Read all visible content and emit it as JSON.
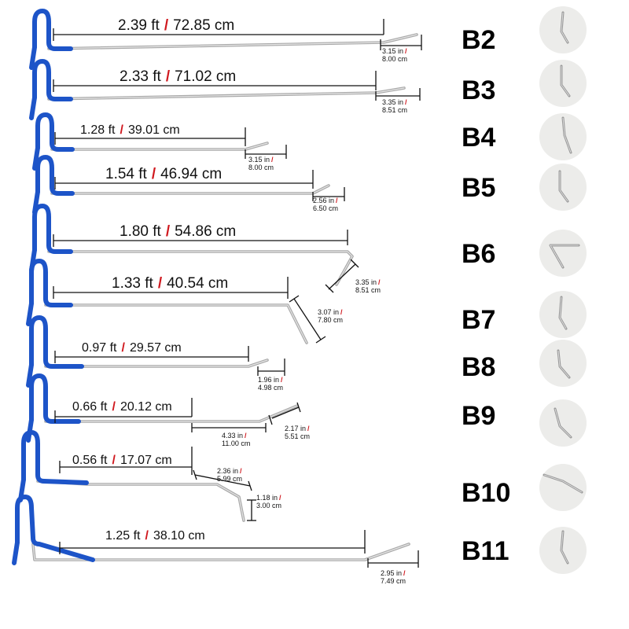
{
  "tools": [
    {
      "code": "B2",
      "length_ft": "2.39  ft",
      "length_cm": "72.85 cm",
      "tip_in": "3.15 in",
      "tip_cm": "8.00 cm"
    },
    {
      "code": "B3",
      "length_ft": "2.33  ft",
      "length_cm": "71.02 cm",
      "tip_in": "3.35 in",
      "tip_cm": "8.51 cm"
    },
    {
      "code": "B4",
      "length_ft": "1.28  ft",
      "length_cm": "39.01 cm",
      "tip_in": "3.15 in",
      "tip_cm": "8.00 cm"
    },
    {
      "code": "B5",
      "length_ft": "1.54  ft",
      "length_cm": "46.94 cm",
      "tip_in": "2.56 in",
      "tip_cm": "6.50 cm"
    },
    {
      "code": "B6",
      "length_ft": "1.80  ft",
      "length_cm": "54.86 cm",
      "tip_in": "3.35 in",
      "tip_cm": "8.51 cm"
    },
    {
      "code": "B7",
      "length_ft": "1.33  ft",
      "length_cm": "40.54 cm",
      "tip_in": "3.07 in",
      "tip_cm": "7.80 cm"
    },
    {
      "code": "B8",
      "length_ft": "0.97  ft",
      "length_cm": "29.57 cm",
      "tip_in": "1.96 in",
      "tip_cm": "4.98 cm"
    },
    {
      "code": "B9",
      "length_ft": "0.66  ft",
      "length_cm": "20.12 cm",
      "tip_in": "2.17 in",
      "tip_cm": "5.51 cm",
      "mid_in": "4.33 in",
      "mid_cm": "11.00 cm"
    },
    {
      "code": "B10",
      "length_ft": "0.56  ft",
      "length_cm": "17.07 cm",
      "tip_in": "1.18 in",
      "tip_cm": "3.00 cm",
      "mid_in": "2.36 in",
      "mid_cm": "5.99 cm"
    },
    {
      "code": "B11",
      "length_ft": "1.25  ft",
      "length_cm": "38.10 cm",
      "tip_in": "2.95 in",
      "tip_cm": "7.49 cm"
    }
  ],
  "separator": "/",
  "colors": {
    "handle": "#1d54c8",
    "rod": "#a9a9a9",
    "slash": "#d0181e",
    "thumb_bg": "#ececea"
  }
}
